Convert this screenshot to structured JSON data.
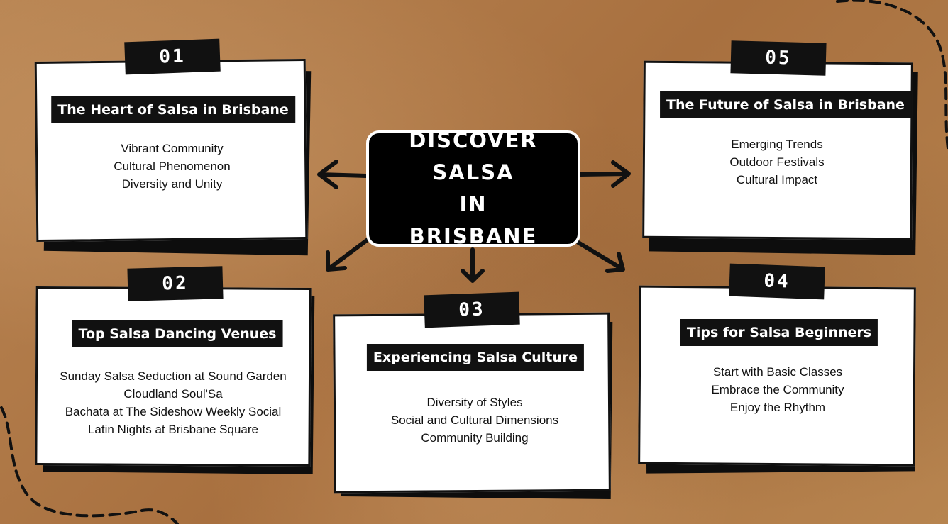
{
  "title": {
    "line1": "DISCOVER SALSA",
    "line2": "IN",
    "line3": "BRISBANE"
  },
  "sections": {
    "s1": {
      "number": "01",
      "heading": "The Heart of Salsa in Brisbane",
      "items": [
        "Vibrant Community",
        "Cultural Phenomenon",
        "Diversity and Unity"
      ]
    },
    "s2": {
      "number": "02",
      "heading": "Top Salsa Dancing Venues",
      "items": [
        "Sunday Salsa Seduction at Sound Garden",
        "Cloudland Soul'Sa",
        "Bachata at The Sideshow Weekly Social",
        "Latin Nights at Brisbane Square"
      ]
    },
    "s3": {
      "number": "03",
      "heading": "Experiencing Salsa Culture",
      "items": [
        "Diversity of Styles",
        "Social and Cultural Dimensions",
        "Community Building"
      ]
    },
    "s4": {
      "number": "04",
      "heading": "Tips for Salsa Beginners",
      "items": [
        "Start with Basic Classes",
        "Embrace the Community",
        "Enjoy the Rhythm"
      ]
    },
    "s5": {
      "number": "05",
      "heading": "The Future of Salsa in Brisbane",
      "items": [
        "Emerging Trends",
        "Outdoor Festivals",
        "Cultural Impact"
      ]
    }
  },
  "colors": {
    "background": "#b27c4d",
    "ink": "#111111",
    "paper": "#ffffff"
  }
}
